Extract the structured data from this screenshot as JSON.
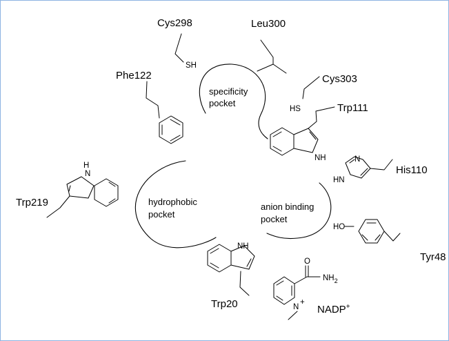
{
  "residues": {
    "cys298": "Cys298",
    "leu300": "Leu300",
    "cys303": "Cys303",
    "phe122": "Phe122",
    "trp111": "Trp111",
    "his110": "His110",
    "trp219": "Trp219",
    "tyr48": "Tyr48",
    "trp20": "Trp20",
    "nadp": "NADP",
    "nadp_charge": "+"
  },
  "pockets": {
    "specificity_line1": "specificity",
    "specificity_line2": "pocket",
    "hydrophobic_line1": "hydrophobic",
    "hydrophobic_line2": "pocket",
    "anion_line1": "anion binding",
    "anion_line2": "pocket"
  },
  "atoms": {
    "sh_cys298": "SH",
    "hs_cys303": "HS",
    "nh_trp111": "NH",
    "n_his110": "N",
    "hn_his110": "HN",
    "nh_trp219": "N",
    "h_trp219": "H",
    "ho_tyr48": "HO",
    "nh_trp20": "NH",
    "o_nadp": "O",
    "nh2_nadp": "NH",
    "nh2_sub": "2",
    "n_nadp": "N",
    "n_plus": "+"
  }
}
